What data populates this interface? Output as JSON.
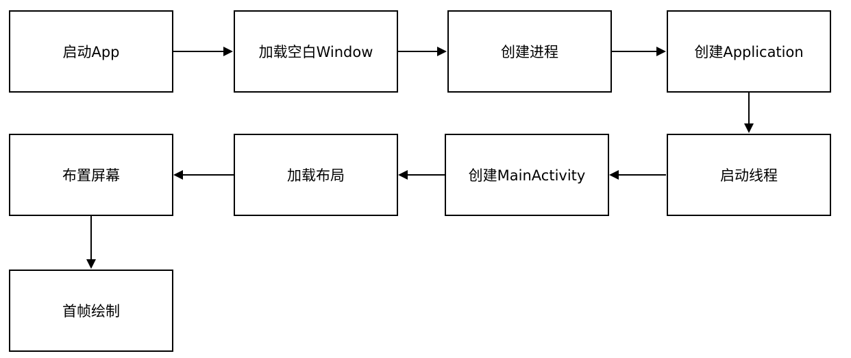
{
  "diagram": {
    "nodes": [
      {
        "id": "start-app",
        "label": "启动App"
      },
      {
        "id": "load-blank-window",
        "label": "加载空白Window"
      },
      {
        "id": "create-process",
        "label": "创建进程"
      },
      {
        "id": "create-application",
        "label": "创建Application"
      },
      {
        "id": "start-thread",
        "label": "启动线程"
      },
      {
        "id": "create-main-activity",
        "label": "创建MainActivity"
      },
      {
        "id": "load-layout",
        "label": "加载布局"
      },
      {
        "id": "arrange-screen",
        "label": "布置屏幕"
      },
      {
        "id": "first-frame-draw",
        "label": "首帧绘制"
      }
    ],
    "edges": [
      {
        "from": "start-app",
        "to": "load-blank-window"
      },
      {
        "from": "load-blank-window",
        "to": "create-process"
      },
      {
        "from": "create-process",
        "to": "create-application"
      },
      {
        "from": "create-application",
        "to": "start-thread"
      },
      {
        "from": "start-thread",
        "to": "create-main-activity"
      },
      {
        "from": "create-main-activity",
        "to": "load-layout"
      },
      {
        "from": "load-layout",
        "to": "arrange-screen"
      },
      {
        "from": "arrange-screen",
        "to": "first-frame-draw"
      }
    ]
  },
  "colors": {
    "stroke": "#000000",
    "background": "#ffffff",
    "watermark": "#c8c8c8"
  }
}
